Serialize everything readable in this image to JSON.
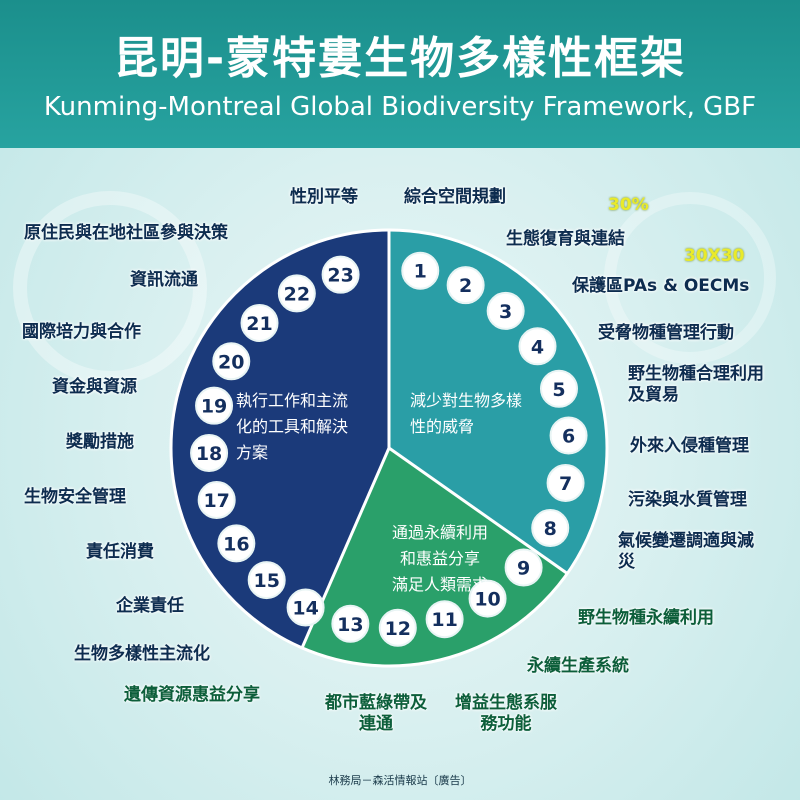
{
  "title_zh": "昆明-蒙特婁生物多樣性框架",
  "title_en": "Kunming-Montreal Global Biodiversity Framework, GBF",
  "colors": {
    "blue_section": "#1b3a7a",
    "teal_section": "#2a9ea6",
    "green_section": "#2aa06a",
    "header": "#1b8f8c",
    "highlight": "#e9ea2a"
  },
  "sections": {
    "threats": "減少對生物多樣性的威脅",
    "needs": [
      "通過永續利用",
      "和惠益分享",
      "滿足人類需求"
    ],
    "tools": [
      "執行工作和主流",
      "化的工具和解決",
      "方案"
    ]
  },
  "targets": [
    {
      "n": "1",
      "label": "綜合空間規劃"
    },
    {
      "n": "2",
      "label": "生態復育與連結"
    },
    {
      "n": "3",
      "label": "保護區PAs & OECMs"
    },
    {
      "n": "4",
      "label": "受脅物種管理行動"
    },
    {
      "n": "5",
      "label": "野生物種合理利用及貿易"
    },
    {
      "n": "6",
      "label": "外來入侵種管理"
    },
    {
      "n": "7",
      "label": "污染與水質管理"
    },
    {
      "n": "8",
      "label": "氣候變遷調適與減災"
    },
    {
      "n": "9",
      "label": "野生物種永續利用"
    },
    {
      "n": "10",
      "label": "永續生產系統"
    },
    {
      "n": "11",
      "label": "增益生態系服務功能"
    },
    {
      "n": "12",
      "label": "都市藍綠帶及連通"
    },
    {
      "n": "13",
      "label": "遺傳資源惠益分享"
    },
    {
      "n": "14",
      "label": "生物多樣性主流化"
    },
    {
      "n": "15",
      "label": "企業責任"
    },
    {
      "n": "16",
      "label": "責任消費"
    },
    {
      "n": "17",
      "label": "生物安全管理"
    },
    {
      "n": "18",
      "label": "獎勵措施"
    },
    {
      "n": "19",
      "label": "資金與資源"
    },
    {
      "n": "20",
      "label": "國際培力與合作"
    },
    {
      "n": "21",
      "label": "資訊流通"
    },
    {
      "n": "22",
      "label": "原住民與在地社區參與決策"
    },
    {
      "n": "23",
      "label": "性別平等"
    }
  ],
  "highlights": {
    "t2": "30%",
    "t3": "30X30"
  },
  "footer": "林務局－森活情報站〔廣告〕"
}
